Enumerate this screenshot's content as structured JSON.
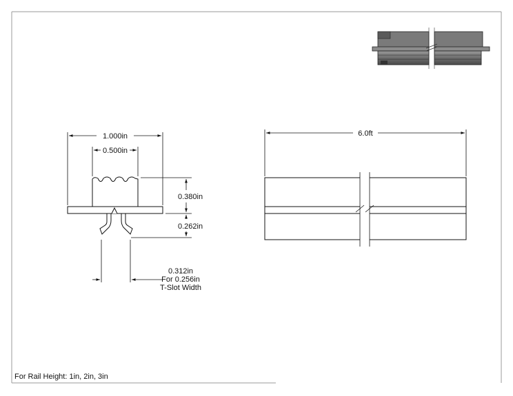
{
  "front_view": {
    "overall_width": "1.000in",
    "top_width": "0.500in",
    "upper_height": "0.380in",
    "lower_height": "0.262in",
    "tslot_dim": "0.312in",
    "tslot_for": "For 0.256in",
    "tslot_width": "T-Slot Width"
  },
  "side_view": {
    "length": "6.0ft"
  },
  "note": "For Rail Height: 1in, 2in, 3in"
}
